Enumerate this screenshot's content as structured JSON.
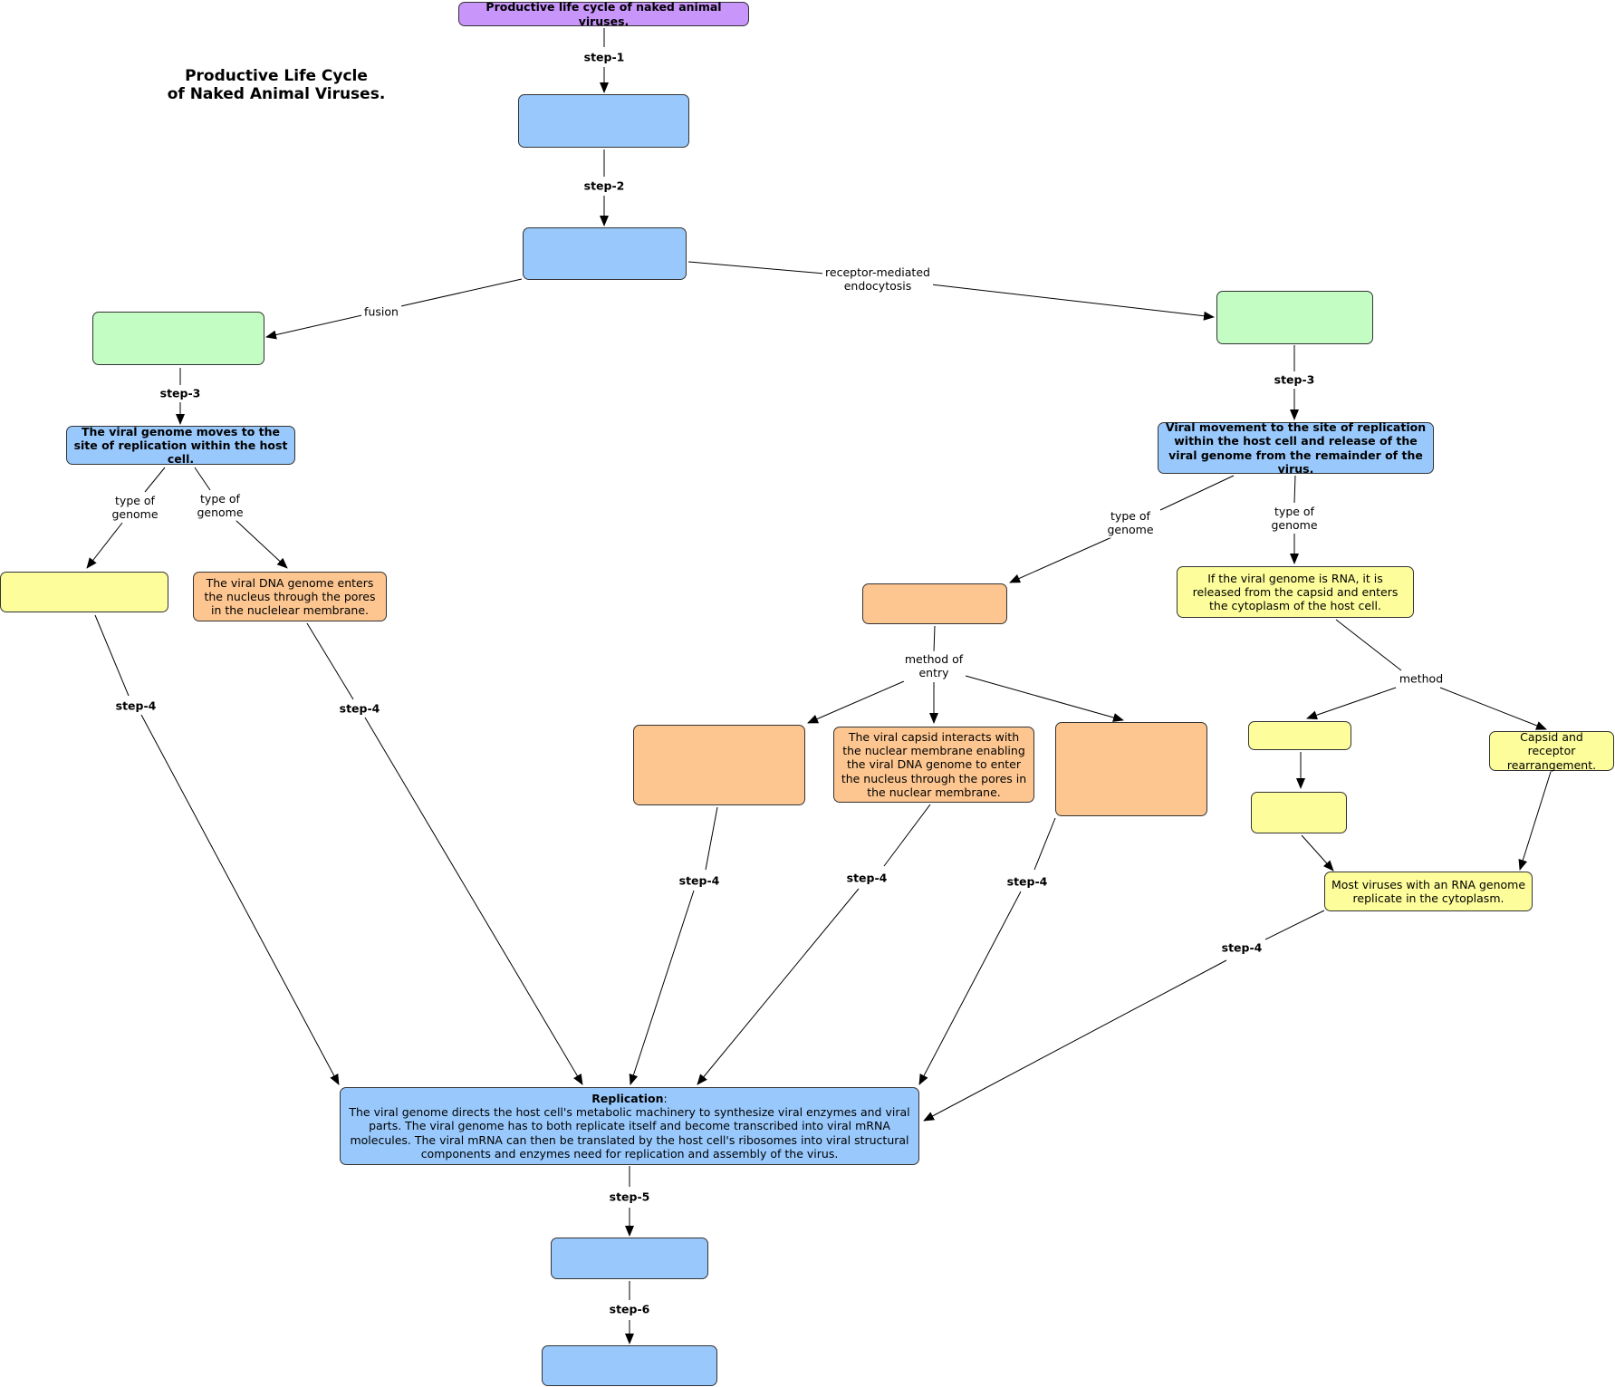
{
  "title": "Productive Life Cycle\nof Naked Animal Viruses.",
  "colors": {
    "blue": "#99c9fc",
    "green": "#c3fdc4",
    "yellow": "#fdfd9b",
    "orange": "#fdc690",
    "purple": "#c895fa",
    "line": "#000000"
  },
  "nodes": {
    "root": "Productive life cycle of naked animal viruses.",
    "n_step1": "",
    "n_step2": "",
    "fusion_target": "",
    "endocytosis_target": "",
    "genome_moves": "The viral genome moves to the site of replication within the host cell.",
    "viral_movement": "Viral movement to the site of replication within the host cell and release of the viral genome from the remainder of the virus.",
    "left_genome_a": "",
    "dna_enters": "The viral DNA genome enters the nucleus through the pores in the nuclelear membrane.",
    "orange_mid": "",
    "rna_released": "If the viral genome is RNA, it is released from the capsid and enters the cytoplasm of the host cell.",
    "entry_a": "",
    "capsid_interacts": "The viral capsid interacts with the nuclear membrane enabling the viral DNA genome to enter the nucleus through the pores in the nuclear membrane.",
    "entry_c": "",
    "method_a": "",
    "method_a2": "",
    "capsid_receptor": "Capsid and receptor rearrangement.",
    "rna_cytoplasm": "Most viruses with an RNA genome replicate in the cytoplasm.",
    "replication_head": "Replication",
    "replication_body": "The viral genome directs the host cell's metabolic machinery to synthesize viral enzymes and viral parts. The viral genome has to both replicate itself and become transcribed into viral mRNA molecules. The viral mRNA can then be translated by the host cell's ribosomes into viral structural components and enzymes need for replication and assembly of the virus.",
    "n_step5": "",
    "n_step6": ""
  },
  "links": {
    "step1": "step-1",
    "step2": "step-2",
    "fusion": "fusion",
    "receptor": "receptor-mediated\nendocytosis",
    "step3_left": "step-3",
    "step3_right": "step-3",
    "type_genome_1": "type of\ngenome",
    "type_genome_2": "type of\ngenome",
    "type_genome_3": "type of\ngenome",
    "type_genome_4": "type of\ngenome",
    "method_of_entry": "method of\nentry",
    "method": "method",
    "step4_a": "step-4",
    "step4_b": "step-4",
    "step4_c": "step-4",
    "step4_d": "step-4",
    "step4_e": "step-4",
    "step4_f": "step-4",
    "step5": "step-5",
    "step6": "step-6"
  }
}
